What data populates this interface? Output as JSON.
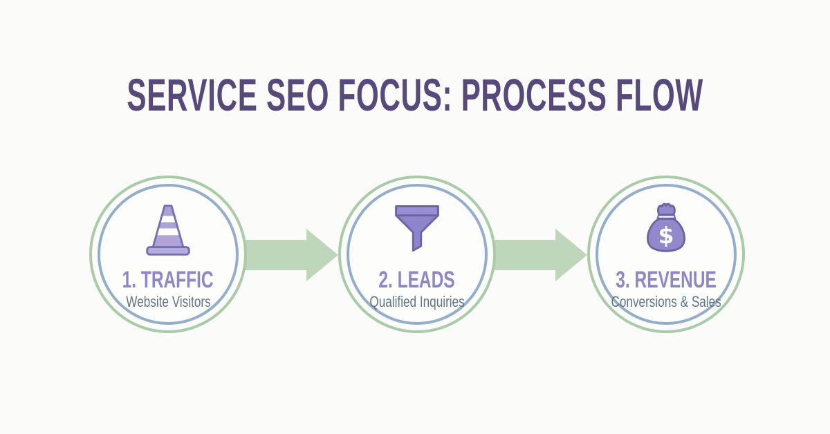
{
  "title": "SERVICE SEO FOCUS: PROCESS FLOW",
  "steps": [
    {
      "icon": "traffic-cone-icon",
      "label": "1. TRAFFIC",
      "sublabel": "Website Visitors"
    },
    {
      "icon": "funnel-icon",
      "label": "2. LEADS",
      "sublabel": "Qualified Inquiries"
    },
    {
      "icon": "money-bag-icon",
      "label": "3. REVENUE",
      "sublabel": "Conversions & Sales",
      "symbol": "$"
    }
  ],
  "colors": {
    "background": "#fbfbfa",
    "title": "#57497b",
    "step_label": "#8e86c8",
    "step_sublabel": "#5f7584",
    "ring_outer": "#a8cca6",
    "ring_inner": "#92aecd",
    "arrow": "#bed6ba",
    "icon_fill_light": "#aba2d8",
    "icon_fill_dark": "#8d85cb",
    "icon_stroke": "#6f67ad"
  }
}
